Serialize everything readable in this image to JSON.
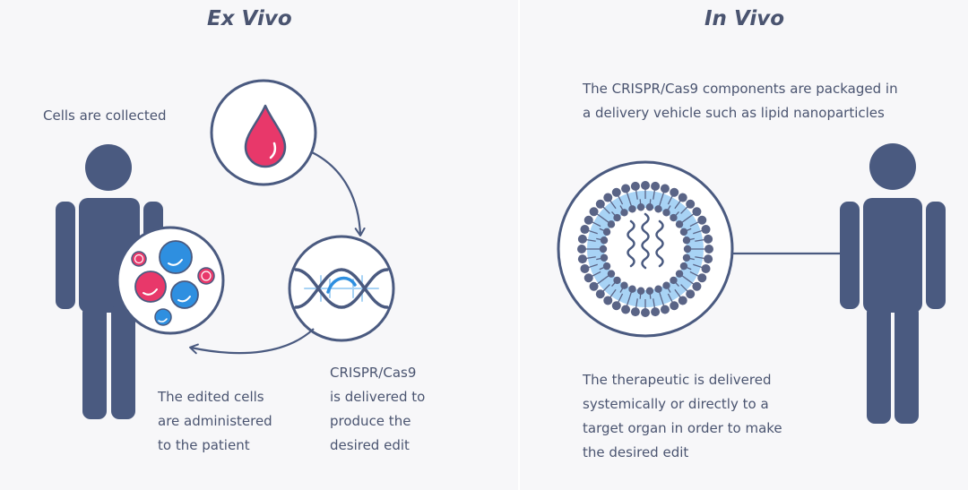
{
  "ex_vivo": {
    "title": "Ex Vivo",
    "cells_collected": "Cells are collected",
    "crispr_lines": [
      "CRISPR/Cas9",
      "is delivered to",
      "produce the",
      "desired edit"
    ],
    "administered_lines": [
      "The edited cells",
      "are administered",
      "to the patient"
    ]
  },
  "in_vivo": {
    "title": "In Vivo",
    "packaged_lines": [
      "The CRISPR/Cas9 components are packaged in",
      "a delivery vehicle such as lipid nanoparticles"
    ],
    "therapeutic_lines": [
      "The therapeutic is delivered",
      "systemically or directly to a",
      "target organ in order to make",
      "the desired edit"
    ]
  },
  "colors": {
    "navy": "#4a5a80",
    "text": "#4a5470",
    "blood_red": "#e8386a",
    "cell_blue": "#2e8fe0",
    "light_blue": "#a8d3f5",
    "lipid_head": "#5a6486",
    "background": "#f7f7f9"
  }
}
